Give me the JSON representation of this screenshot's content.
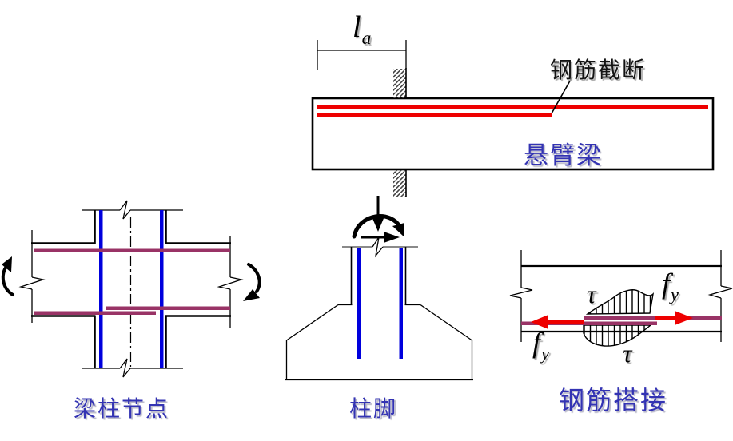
{
  "colors": {
    "ink": "#000000",
    "red": "#ee0000",
    "blue": "#0000dd",
    "purple": "#993366",
    "labelBlue": "#3333b3"
  },
  "cantilever": {
    "anchorage_dim": {
      "main": "l",
      "sub": "a"
    },
    "cutoff_label": "钢筋截断",
    "beam_label": "悬臂梁"
  },
  "joint": {
    "label": "梁柱节点"
  },
  "column_foot": {
    "label": "柱脚"
  },
  "lap_splice": {
    "label": "钢筋搭接",
    "tau_top": "τ",
    "tau_bottom": "τ",
    "fy_right": {
      "main": "f",
      "sub": "y"
    },
    "fy_left": {
      "main": "f",
      "sub": "y"
    }
  }
}
